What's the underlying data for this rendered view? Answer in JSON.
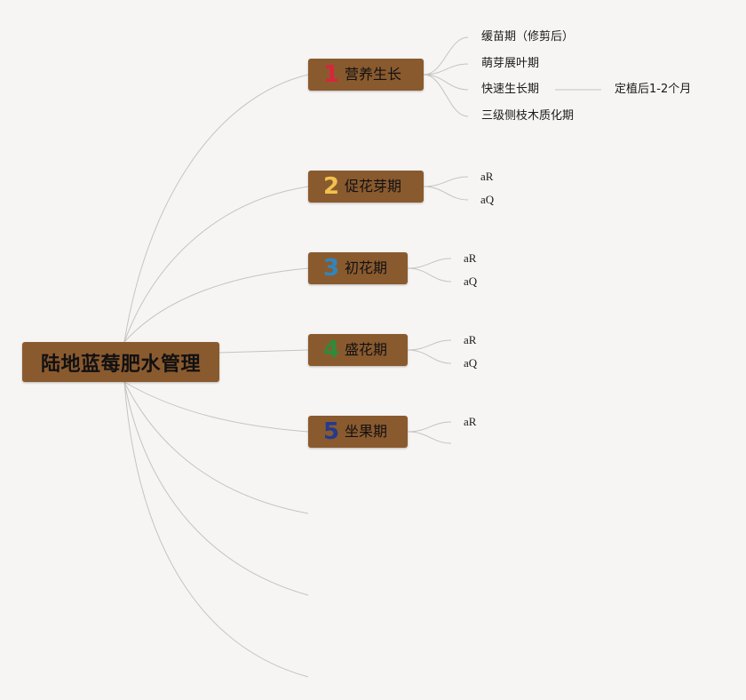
{
  "root": {
    "title": "陆地蓝莓肥水管理"
  },
  "colors": {
    "node_fill": "#8a5a2f",
    "line": "#c6c2bf",
    "num1": "#d7263d",
    "num2": "#f2c14e",
    "num3": "#2e86c1",
    "num4": "#2e8b3a",
    "num5": "#243a8c"
  },
  "branches": [
    {
      "number": "1",
      "label": "营养生长",
      "children": [
        "缓苗期（修剪后）",
        "萌芽展叶期",
        "快速生长期",
        "三级侧枝木质化期"
      ],
      "subnote": "定植后1-2个月"
    },
    {
      "number": "2",
      "label": "促花芽期",
      "children": [
        "aR",
        "aQ"
      ]
    },
    {
      "number": "3",
      "label": "初花期",
      "children": [
        "aR",
        "aQ"
      ]
    },
    {
      "number": "4",
      "label": "盛花期",
      "children": [
        "aR",
        "aQ"
      ]
    },
    {
      "number": "5",
      "label": "坐果期",
      "children": [
        "aR"
      ]
    }
  ]
}
